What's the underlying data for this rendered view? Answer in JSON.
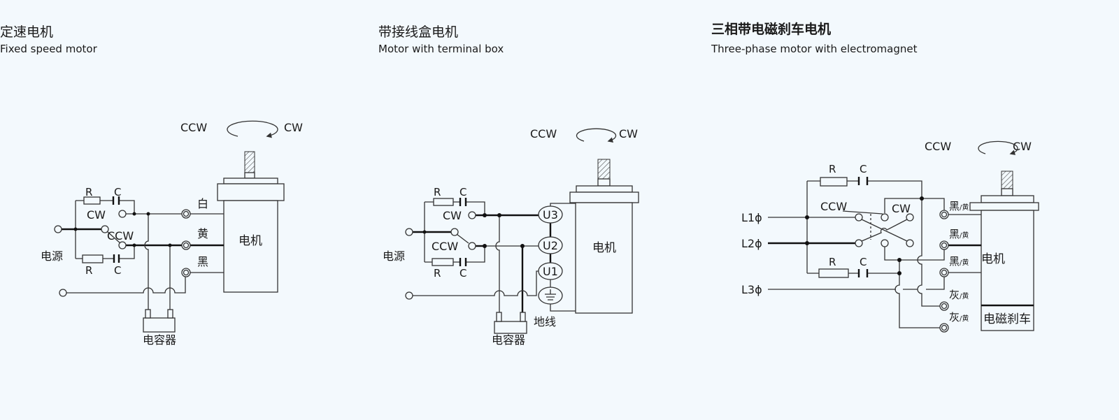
{
  "panels": [
    {
      "title_cn": "定速电机",
      "title_en": "Fixed speed motor",
      "ccw": "CCW",
      "cw": "CW",
      "r": "R",
      "c": "C",
      "sw_cw": "CW",
      "sw_ccw": "CCW",
      "power": "电源",
      "motor": "电机",
      "capacitor": "电容器",
      "wires": [
        "白",
        "黄",
        "黑"
      ]
    },
    {
      "title_cn": "带接线盒电机",
      "title_en": "Motor with terminal box",
      "ccw": "CCW",
      "cw": "CW",
      "r": "R",
      "c": "C",
      "sw_cw": "CW",
      "sw_ccw": "CCW",
      "power": "电源",
      "motor": "电机",
      "capacitor": "电容器",
      "ground": "地线",
      "terminals": [
        "U3",
        "U2",
        "U1"
      ]
    },
    {
      "title_cn": "三相带电磁刹车电机",
      "title_en": "Three-phase motor with electromagnet",
      "ccw": "CCW",
      "cw": "CW",
      "r": "R",
      "c": "C",
      "sw_cw": "CW",
      "sw_ccw": "CCW",
      "lines": [
        "L1ϕ",
        "L2ϕ",
        "L3ϕ"
      ],
      "motor": "电机",
      "brake": "电磁刹车",
      "wires": [
        {
          "main": "黑",
          "sub": "/黄"
        },
        {
          "main": "黑",
          "sub": "/黄"
        },
        {
          "main": "黑",
          "sub": "/黄"
        },
        {
          "main": "灰",
          "sub": "/黄"
        },
        {
          "main": "灰",
          "sub": "/黄"
        }
      ]
    }
  ],
  "colors": {
    "background": "#f3f9fd",
    "line": "#333333"
  }
}
